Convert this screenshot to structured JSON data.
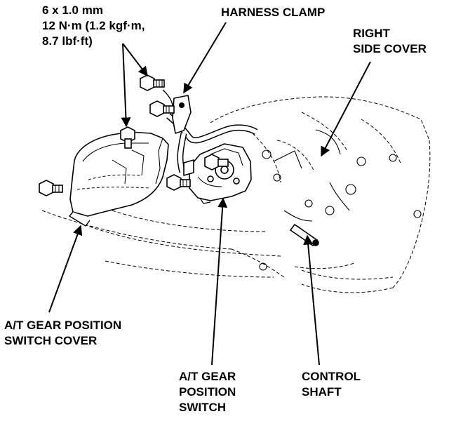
{
  "callouts": {
    "fastener_spec": {
      "line1": "6 x 1.0 mm",
      "line2": "12 N·m (1.2 kgf·m,",
      "line3": "8.7 lbf·ft)"
    },
    "harness_clamp": {
      "line1": "HARNESS CLAMP"
    },
    "right_side_cover": {
      "line1": "RIGHT",
      "line2": "SIDE COVER"
    },
    "switch_cover": {
      "line1": "A/T GEAR POSITION",
      "line2": "SWITCH COVER"
    },
    "gear_position_switch": {
      "line1": "A/T GEAR",
      "line2": "POSITION",
      "line3": "SWITCH"
    },
    "control_shaft": {
      "line1": "CONTROL",
      "line2": "SHAFT"
    }
  },
  "colors": {
    "ink": "#000000",
    "paper": "#ffffff"
  }
}
